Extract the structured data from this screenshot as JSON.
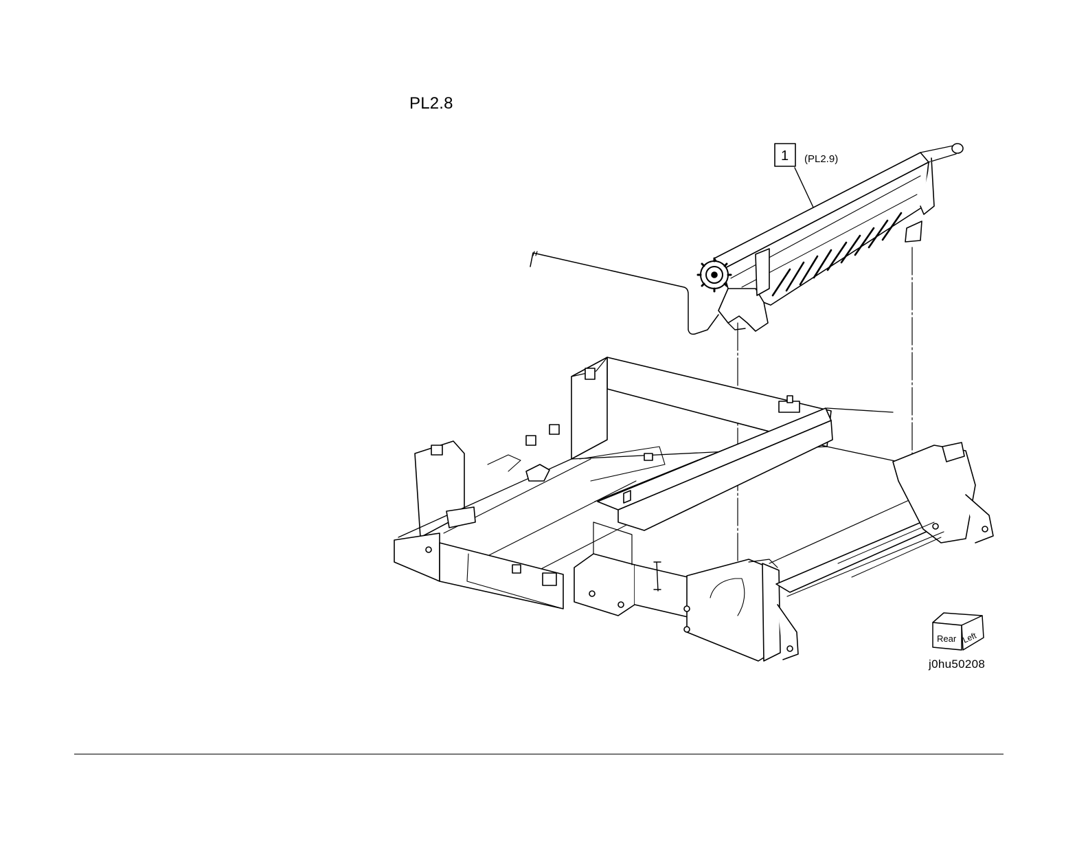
{
  "page": {
    "plate_title": "PL2.8",
    "figure_id": "j0hu50208"
  },
  "callouts": [
    {
      "number": "1",
      "reference": "(PL2.9)"
    }
  ],
  "orientation_cube": {
    "front_face_label": "Rear",
    "side_face_label": "Left"
  }
}
